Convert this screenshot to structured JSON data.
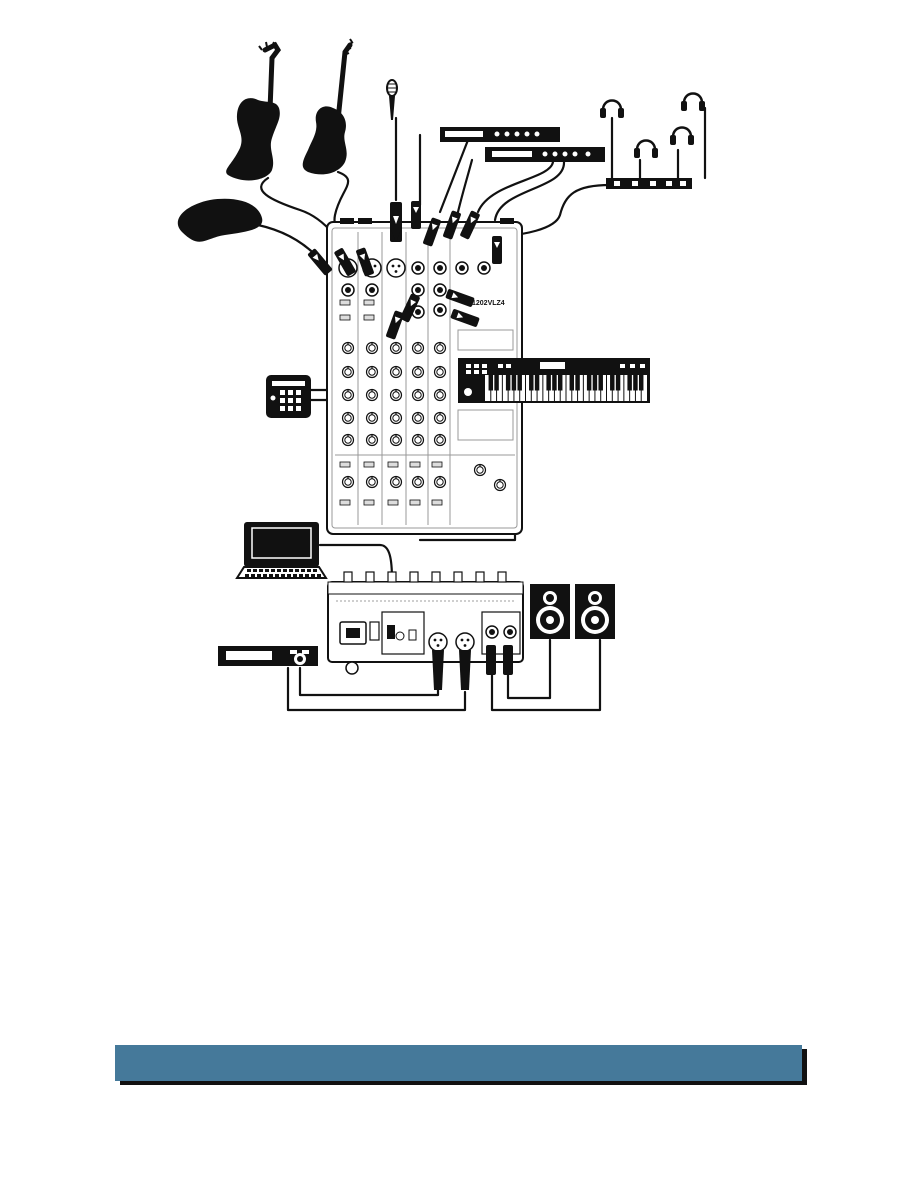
{
  "diagram": {
    "mixer_model_label": "1202VLZ4",
    "devices": [
      "electric-guitar",
      "bass-guitar",
      "microphone",
      "stompbox",
      "drum-machine",
      "effects-processor-1",
      "effects-processor-2",
      "headphone-amp",
      "headphones",
      "keyboard",
      "laptop",
      "mixer",
      "power-amp",
      "rack-processor",
      "studio-monitors"
    ]
  },
  "footer": {
    "text": ""
  },
  "colors": {
    "ink": "#111111",
    "footer_bar": "#45799a",
    "shadow": "#111111",
    "background": "#ffffff"
  }
}
